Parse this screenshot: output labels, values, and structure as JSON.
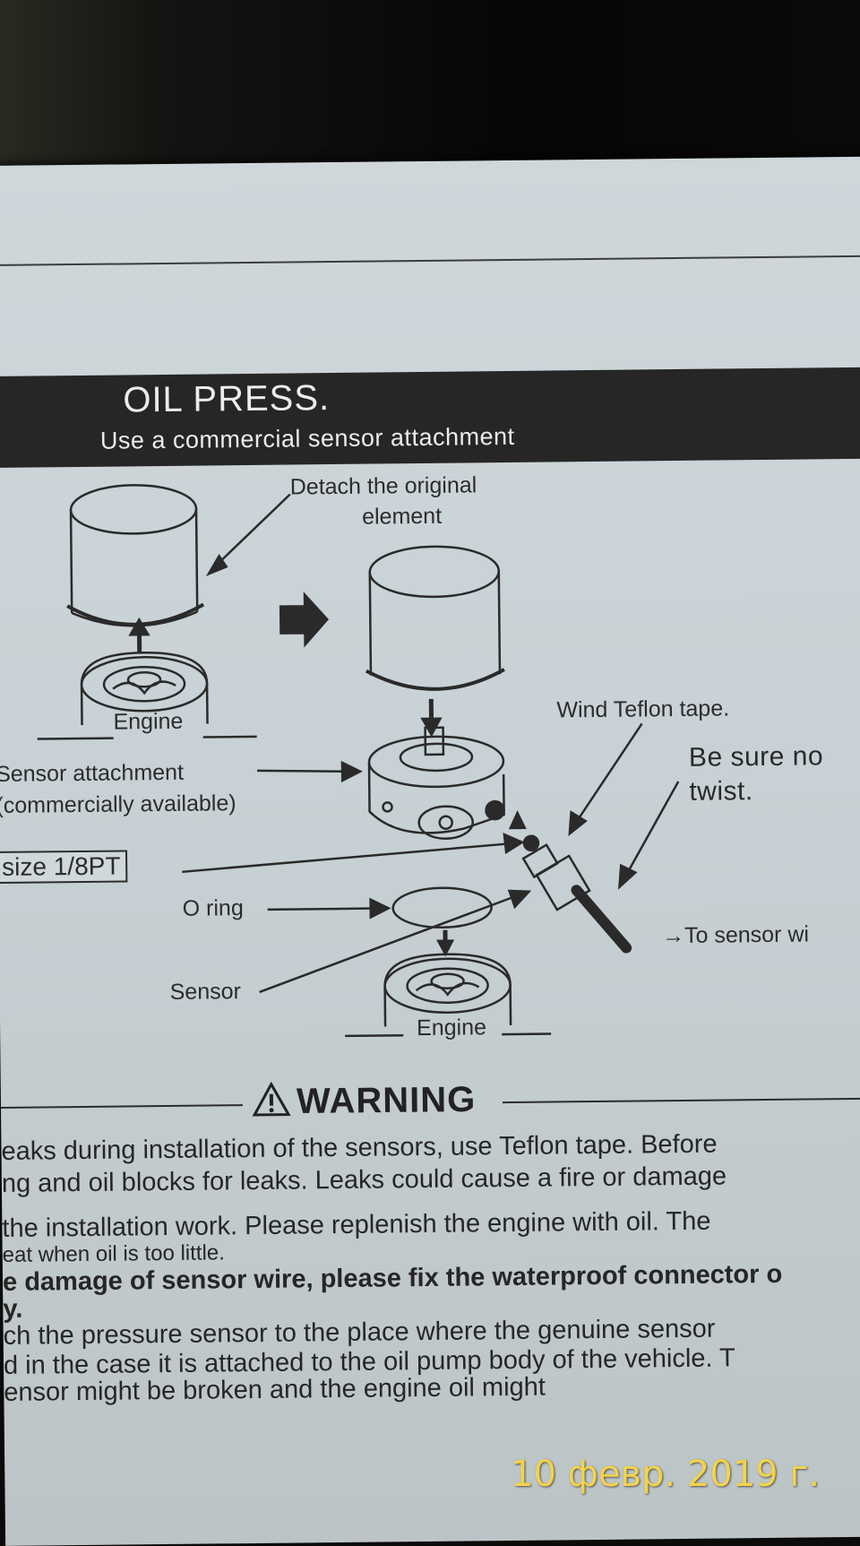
{
  "header": {
    "title": "OIL PRESS.",
    "subtitle": "Use a commercial sensor attachment"
  },
  "diagram": {
    "detach_label_line1": "Detach the original",
    "detach_label_line2": "element",
    "engine_label_left": "Engine",
    "engine_label_bottom": "Engine",
    "wind_teflon": "Wind Teflon tape.",
    "be_sure_line1": "Be sure no",
    "be_sure_line2": "twist.",
    "sensor_attachment_line1": "Sensor attachment",
    "sensor_attachment_line2": "(commercially available)",
    "size_label": "size 1/8PT",
    "o_ring": "O ring",
    "sensor": "Sensor",
    "to_sensor_wire": "→To sensor wi"
  },
  "warning": {
    "title": "WARNING",
    "lines": [
      "eaks during installation of the sensors, use Teflon tape. Before",
      "ng and oil blocks for leaks. Leaks could cause a fire or damage",
      "the installation work.  Please replenish the engine with oil.  The",
      "eat when oil is too little.",
      "e damage of sensor wire, please fix the waterproof connector o",
      "y.",
      "ch the pressure sensor to the place where the genuine sensor",
      "d in the case it is attached to the oil pump body of the vehicle. T",
      "ensor might be broken and the engine oil might"
    ]
  },
  "timestamp": "10 февр. 2019 г."
}
